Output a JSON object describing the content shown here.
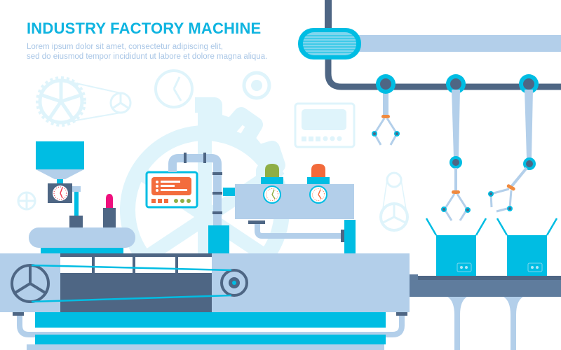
{
  "header": {
    "title": "INDUSTRY FACTORY MACHINE",
    "subtitle_line1": "Lorem ipsum dolor sit amet, consectetur adipiscing elit,",
    "subtitle_line2": "sed do eiusmod tempor incididunt ut labore et dolore magna aliqua."
  },
  "colors": {
    "cyan": "#00bde3",
    "light_blue": "#b3cfea",
    "slate": "#4e6684",
    "slate_mid": "#5f7c9d",
    "orange": "#f36c3d",
    "green_lamp": "#8fae45",
    "red_lamp": "#f26a3b",
    "lipstick": "#ef0f7d",
    "faint": "#dff4fb",
    "arm_joint": "#f08a3e"
  },
  "illustration": {
    "elements": [
      "hopper",
      "dispenser-clock",
      "lipstick-product",
      "control-panel",
      "pipe-system",
      "mixer-tank",
      "green-indicator-lamp",
      "orange-indicator-lamp",
      "gauge-clocks",
      "conveyor-machine",
      "overhead-rail",
      "robot-arm-grippers",
      "cardboard-boxes",
      "output-conveyor",
      "background-gears"
    ]
  }
}
